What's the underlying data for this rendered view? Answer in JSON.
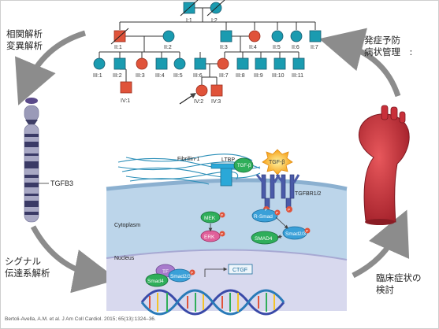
{
  "labels": {
    "left_top": [
      "相関解析",
      "変異解析"
    ],
    "right_top": [
      "発症予防",
      "病状管理　:"
    ],
    "left_bottom": [
      "シグナル",
      "伝達系解析"
    ],
    "right_bottom": [
      "臨床症状の",
      "検討"
    ],
    "gene": "TGFB3",
    "citation": "Bertoli-Avella, A.M. et al.  J Am Coll Cardiol. 2015; 65(13):1324–36."
  },
  "pedigree": {
    "generation_I": [
      "I:1",
      "I:2"
    ],
    "generation_II": [
      "II:1",
      "II:2",
      "II:3",
      "II:4",
      "II:5",
      "II:6",
      "II:7"
    ],
    "generation_III": [
      "III:1",
      "III:2",
      "III:3",
      "III:4",
      "III:5",
      "III:6",
      "III:7",
      "III:8",
      "III:9",
      "III:10",
      "III:11"
    ],
    "generation_IV": [
      "IV:1",
      "IV:2",
      "IV:3"
    ]
  },
  "pathway": {
    "fibrillin": "Fibrillin-1",
    "ltbp": "LTBP",
    "tgfb_bound": "TGF-β",
    "tgfb_active": "TGF-β",
    "receptor": "TGFBR1/2",
    "cytoplasm": "Cytoplasm",
    "nucleus": "Nucleus",
    "mek": "MEK",
    "erk": "ERK",
    "rsmad": "R-Smad",
    "smad23": "Smad2/3",
    "smad4": "SMAD4",
    "tf": "TF",
    "smad4_nuc": "Smad4",
    "smad23_nuc": "Smad2/3",
    "ctgf": "CTGF",
    "phospho": "P"
  },
  "colors": {
    "affected": "#e0533a",
    "unaffected": "#1a9bb0",
    "cycle_arrow": "#8c8c8c",
    "aorta": "#c8303a",
    "cytoplasm": "#bcd5ea",
    "nucleus": "#d8d9ee"
  }
}
